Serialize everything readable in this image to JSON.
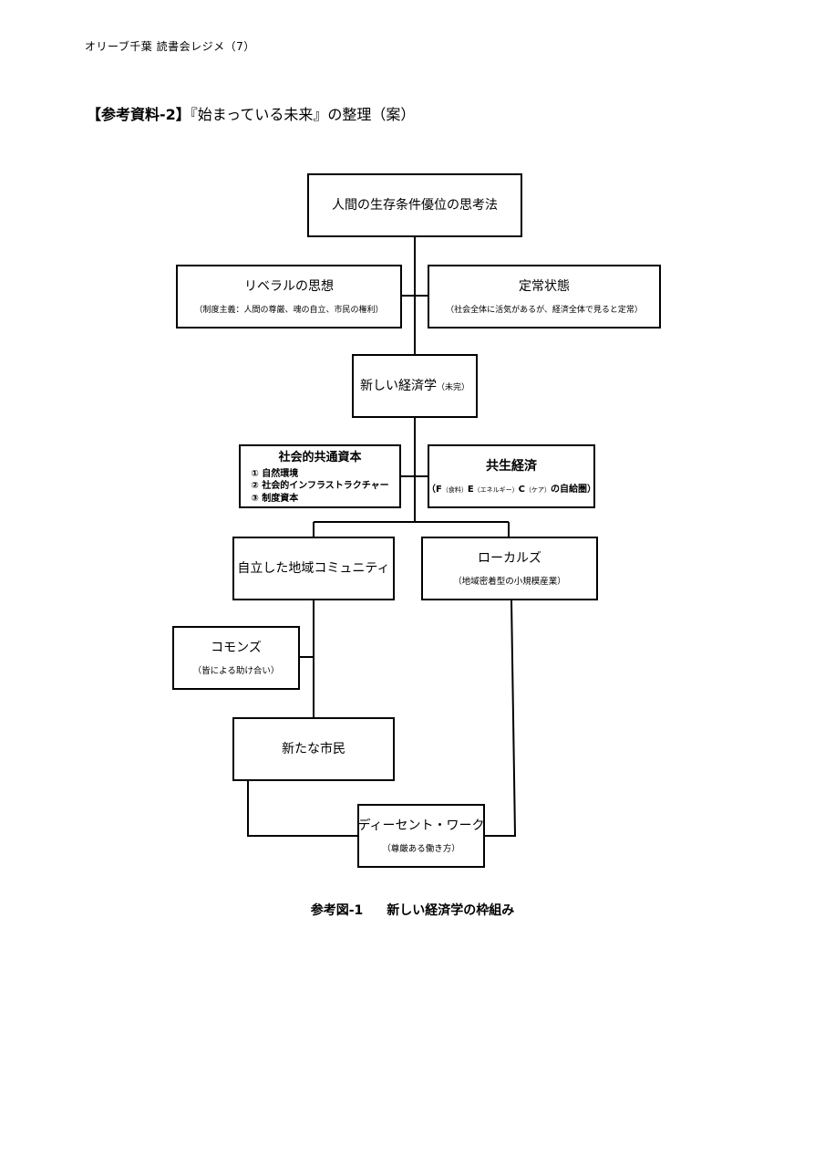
{
  "header": {
    "text": "オリーブ千葉 読書会レジメ（7）"
  },
  "heading": {
    "bracket_label": "【参考資料-2】",
    "title": "『始まっている未来』の整理（案）"
  },
  "nodes": {
    "human_thinking": {
      "title": "人間の生存条件優位の思考法"
    },
    "liberal": {
      "title": "リベラルの思想",
      "sub": "（制度主義：人間の尊厳、魂の自立、市民の権利）"
    },
    "steady": {
      "title": "定常状態",
      "sub": "（社会全体に活気があるが、経済全体で見ると定常）"
    },
    "new_econ": {
      "title": "新しい経済学",
      "note": "（未完）"
    },
    "social_capital": {
      "title": "社会的共通資本",
      "items": [
        "① 自然環境",
        "② 社会的インフラストラクチャー",
        "③ 制度資本"
      ]
    },
    "symbiosis": {
      "title": "共生経済",
      "f": "F",
      "f_note": "（食料）",
      "e": "E",
      "e_note": "（エネルギー）",
      "c": "C",
      "c_note": "（ケア）",
      "tail": "の自給圏）",
      "open": "（"
    },
    "community": {
      "title": "自立した地域コミュニティ"
    },
    "locals": {
      "title": "ローカルズ",
      "sub": "（地域密着型の小規模産業）"
    },
    "commons": {
      "title": "コモンズ",
      "sub": "（皆による助け合い）"
    },
    "new_citizen": {
      "title": "新たな市民"
    },
    "decent_work": {
      "title": "ディーセント・ワーク",
      "sub": "（尊厳ある働き方）"
    }
  },
  "caption": {
    "label": "参考図-1",
    "title": "新しい経済学の枠組み"
  }
}
